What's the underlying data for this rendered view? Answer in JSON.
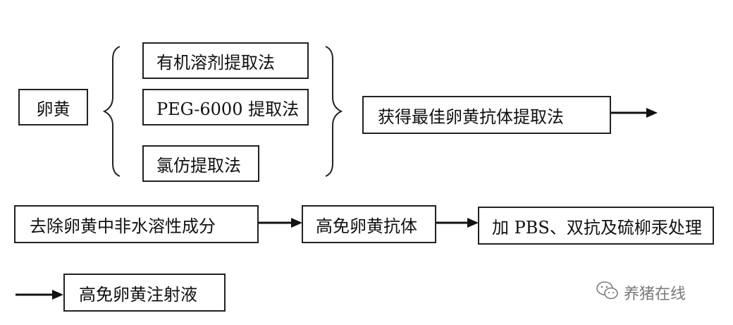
{
  "nodes": {
    "yolk": "卵黄",
    "method_organic": "有机溶剂提取法",
    "method_peg": "PEG-6000 提取法",
    "method_chloroform": "氯仿提取法",
    "best_method": "获得最佳卵黄抗体提取法",
    "remove_nonwater": "去除卵黄中非水溶性成分",
    "antibody": "高免卵黄抗体",
    "pbs_treatment": "加 PBS、双抗及硫柳汞处理",
    "injection": "高免卵黄注射液"
  },
  "watermark": {
    "text": "养猪在线",
    "icon": "wechat-icon"
  }
}
